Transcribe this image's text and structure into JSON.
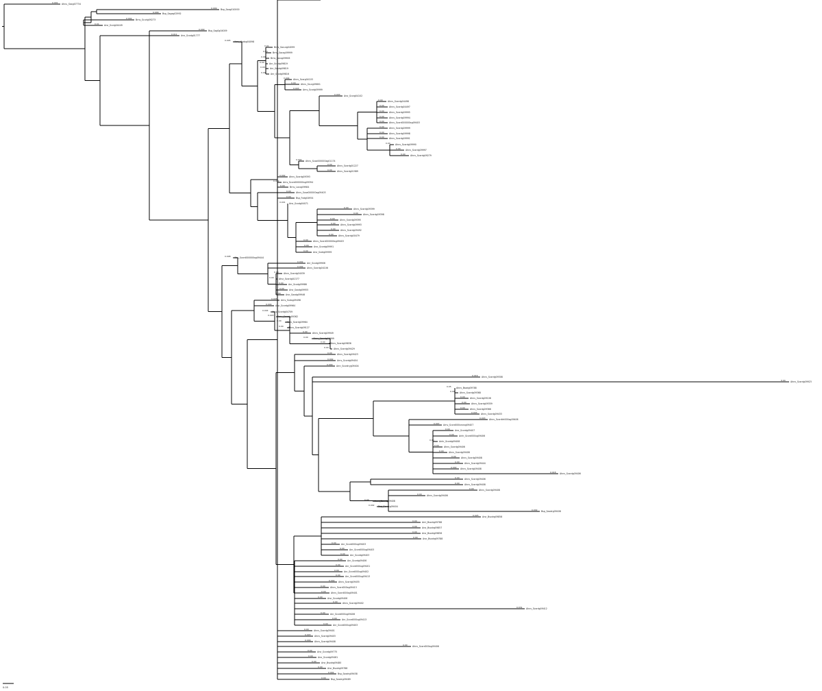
{
  "figure": {
    "type": "phylogenetic-tree",
    "background": "#ffffff",
    "branch_color": "#000000"
  },
  "scale_bar": {
    "label": "0.05"
  },
  "leaves": [
    {
      "id": "L1",
      "label": "Ahnu_Saxg07734",
      "bl": "0.001"
    },
    {
      "id": "L2",
      "label": "Bsp_Saxg010000",
      "bl": "0.009"
    },
    {
      "id": "L3",
      "label": "Bsp_Sagxg02992",
      "bl": "0.009"
    },
    {
      "id": "L4",
      "label": "Brnv_Scurig09273",
      "bl": "0.002"
    },
    {
      "id": "L5",
      "label": "Arsr_Scxlg04449",
      "bl": "0.01"
    },
    {
      "id": "L6",
      "label": "Bsp_Sxg0g04009",
      "bl": "0.009"
    },
    {
      "id": "L7",
      "label": "Arsr_Scxdg01777",
      "bl": "0.011"
    },
    {
      "id": "L8",
      "label": "Anry_Sxdxg04098",
      "bl": "0.005"
    },
    {
      "id": "L9",
      "label": "Brnv_Sacurg04099",
      "bl": "0.01"
    },
    {
      "id": "L10",
      "label": "Brnv_Sacxg09999",
      "bl": "0.00"
    },
    {
      "id": "L11",
      "label": "Brnv_Lxcxg09906",
      "bl": "0.00"
    },
    {
      "id": "L12",
      "label": "Anr_Scxdg09819",
      "bl": "0.00"
    },
    {
      "id": "L13",
      "label": "Anr_Scxdg09819",
      "bl": "0.00"
    },
    {
      "id": "L14",
      "label": "Anr_Scxdg09816",
      "bl": "0.00"
    },
    {
      "id": "L15",
      "label": "Ahnv_Scxrg04103",
      "bl": "0.004"
    },
    {
      "id": "L16",
      "label": "Ahnv_Scurg09801",
      "bl": "0.00"
    },
    {
      "id": "L17",
      "label": "Arnv_Scxdg09999",
      "bl": "0.003"
    },
    {
      "id": "L18",
      "label": "Arsr_Scxrg04102",
      "bl": "0.003"
    },
    {
      "id": "L19",
      "label": "Ahnv_Scxrdg04498",
      "bl": "0.00"
    },
    {
      "id": "L20",
      "label": "Ahnv_Scxrdg04497",
      "bl": "0.00"
    },
    {
      "id": "L21",
      "label": "Ahnv_Scxrdg09995",
      "bl": "0.00"
    },
    {
      "id": "L22",
      "label": "Ahnv_Scxrdg09994",
      "bl": "0.00"
    },
    {
      "id": "L23",
      "label": "Ahnv_Scxrd000000xg09403",
      "bl": "0.00"
    },
    {
      "id": "L24",
      "label": "Ahnv_Scxrdg09999",
      "bl": "0.00"
    },
    {
      "id": "L25",
      "label": "Ahnv_Scxrdg09998",
      "bl": "0.00"
    },
    {
      "id": "L26",
      "label": "Ahnv_Scxrdg09991",
      "bl": "0.00"
    },
    {
      "id": "L27",
      "label": "Ahnv_Scxrdg09990",
      "bl": "0.00"
    },
    {
      "id": "L28",
      "label": "Ahnv_Scxrdg09997",
      "bl": "0.00"
    },
    {
      "id": "L29",
      "label": "Ahnv_Scxrdg09279",
      "bl": "0.00"
    },
    {
      "id": "L30",
      "label": "Ahnv_Scxa000000xg01174",
      "bl": "0.002"
    },
    {
      "id": "L31",
      "label": "Ahnv_Scxrdg01227",
      "bl": "0.00"
    },
    {
      "id": "L32",
      "label": "Ahnv_Scxrdg01989",
      "bl": "0.00"
    },
    {
      "id": "L33",
      "label": "Ahnv_Scxrdg09393",
      "bl": "0.002"
    },
    {
      "id": "L34",
      "label": "Arnv_Scxrd000000xg09394",
      "bl": "0.002"
    },
    {
      "id": "L35",
      "label": "Brnv_Lxcxg09984",
      "bl": "0.00"
    },
    {
      "id": "L36",
      "label": "Ahnv_Scxa000000xg09403",
      "bl": "0.00"
    },
    {
      "id": "L37",
      "label": "Bsp_Fxdg04954",
      "bl": "0.00"
    },
    {
      "id": "L38",
      "label": "Arsr_Scxdg04071",
      "bl": "0.001"
    },
    {
      "id": "L39",
      "label": "Ahnv_Scxrdg09399",
      "bl": "0.00"
    },
    {
      "id": "L40",
      "label": "Ahnv_Scxrdg09398",
      "bl": "0.00"
    },
    {
      "id": "L41",
      "label": "Ahnv_Scxrdg09395",
      "bl": "0.00"
    },
    {
      "id": "L42",
      "label": "Ahnv_Scxrdg09993",
      "bl": "0.00"
    },
    {
      "id": "L43",
      "label": "Ahnv_Scxrdg09492",
      "bl": "0.00"
    },
    {
      "id": "L44",
      "label": "Ahnv_Scxrdg00479",
      "bl": "0.00"
    },
    {
      "id": "L45",
      "label": "Ahnv_Scxrd000000xg09403",
      "bl": "0.00"
    },
    {
      "id": "L46",
      "label": "Arsr_Scxrdg09991",
      "bl": "0.00"
    },
    {
      "id": "L47",
      "label": "Arsr_Sxdrg09995",
      "bl": "0.00"
    },
    {
      "id": "L48",
      "label": "Ahp_Scxrd000000xg09444",
      "bl": "0.008"
    },
    {
      "id": "L49",
      "label": "Anr_Scxdg09906",
      "bl": "0.002"
    },
    {
      "id": "L50",
      "label": "Ahnv_Scxrdg04106",
      "bl": "0.002"
    },
    {
      "id": "L51",
      "label": "Ahnv_Scxrdg04039",
      "bl": "0.00"
    },
    {
      "id": "L52",
      "label": "Ahsr_Scxrdg01377",
      "bl": "0.00"
    },
    {
      "id": "L53",
      "label": "Anr_Scxdg09986",
      "bl": "0.00"
    },
    {
      "id": "L54",
      "label": "Arsr_Saxdg09955",
      "bl": "0.00"
    },
    {
      "id": "L55",
      "label": "Arsr_Saxdg09946",
      "bl": "0.00"
    },
    {
      "id": "L56",
      "label": "Arnv_Sxdxg09498",
      "bl": "0.005"
    },
    {
      "id": "L57",
      "label": "Arsr_Scxrdg09964",
      "bl": "0.004"
    },
    {
      "id": "L58",
      "label": "Arnv_Scxrdg04709",
      "bl": "0.004"
    },
    {
      "id": "L59",
      "label": "Arnv_Scxrdg09362",
      "bl": "0.003"
    },
    {
      "id": "L60",
      "label": "Ahnv_Scxrdg09964",
      "bl": "0.00"
    },
    {
      "id": "L61",
      "label": "Ahnv_Scxrdg09127",
      "bl": "0.00"
    },
    {
      "id": "L62",
      "label": "Ahnv_Scxrdg09949",
      "bl": "0.00"
    },
    {
      "id": "L63",
      "label": "Ahnv_Scxrdg09999",
      "bl": "0.00"
    },
    {
      "id": "L64",
      "label": "Ahnv_Scxrdg09836",
      "bl": "0.00"
    },
    {
      "id": "L65",
      "label": "Ahnv_Scxrdg09429",
      "bl": "0.00"
    },
    {
      "id": "L66",
      "label": "Ahnv_Scxrdg09423",
      "bl": "0.00"
    },
    {
      "id": "L67",
      "label": "Arnv_Scxrdg09404",
      "bl": "0.002"
    },
    {
      "id": "L68",
      "label": "Arnr_Scxrdryg09404",
      "bl": "0.009"
    },
    {
      "id": "L69",
      "label": "Ahnv_Scxrdg09308",
      "bl": "0.016"
    },
    {
      "id": "L70",
      "label": "Ahnv_Scxrdg09923",
      "bl": "0.04"
    },
    {
      "id": "L71",
      "label": "Ahnv_Bsxdg09788",
      "bl": "0.05"
    },
    {
      "id": "L72",
      "label": "Ahnv_Scxrdg09368",
      "bl": "0.00"
    },
    {
      "id": "L73",
      "label": "Ahnv_Scxrdg09106",
      "bl": "0.00"
    },
    {
      "id": "L74",
      "label": "Ahnv_Scxrdg09359",
      "bl": "0.00"
    },
    {
      "id": "L75",
      "label": "Ahnv_Scxrdg09366",
      "bl": "0.00"
    },
    {
      "id": "L76",
      "label": "Ahnv_Scxrdg09433",
      "bl": "0.003"
    },
    {
      "id": "L77",
      "label": "Ahnv_Scxrdtrt000xg09406",
      "bl": "0.003"
    },
    {
      "id": "L78",
      "label": "Arnv_Scxrd000xrxrxg09407",
      "bl": "0.007"
    },
    {
      "id": "L79",
      "label": "Arsr_Scxrdg09407",
      "bl": "0.00"
    },
    {
      "id": "L80",
      "label": "Anhr_Scxrd000xg09406",
      "bl": "0.00"
    },
    {
      "id": "L81",
      "label": "Anhr_Scxrdg09408",
      "bl": "0.00"
    },
    {
      "id": "L82",
      "label": "Ahnv_Scxrdg09406",
      "bl": "0.00"
    },
    {
      "id": "L83",
      "label": "Ahnv_Scxrdg09408",
      "bl": "0.00"
    },
    {
      "id": "L84",
      "label": "Ahnv_Scxrdg09408",
      "bl": "0.00"
    },
    {
      "id": "L85",
      "label": "Ahnv_Scxrdg09444",
      "bl": "0.00"
    },
    {
      "id": "L86",
      "label": "Ahnv_Scxrdg09408",
      "bl": "0.002"
    },
    {
      "id": "L87",
      "label": "Ahnv_Scxrdg09406",
      "bl": "0.018"
    },
    {
      "id": "L88",
      "label": "Ahnv_Scxrdg09406",
      "bl": "0.00"
    },
    {
      "id": "L89",
      "label": "Ahnv_Scxrdg09408",
      "bl": "0.00"
    },
    {
      "id": "L90",
      "label": "Ahnv_Scxrdg09408",
      "bl": "0.00"
    },
    {
      "id": "L91",
      "label": "Ahnv_Scxrdg09406",
      "bl": "0.00"
    },
    {
      "id": "L92",
      "label": "Ahnv_Scxrdg09408",
      "bl": "0.00"
    },
    {
      "id": "L93",
      "label": "Bsp_Saxdrg09404",
      "bl": "0.002"
    },
    {
      "id": "L94",
      "label": "Bsp_Saxdrg09408",
      "bl": "0.002"
    },
    {
      "id": "L95",
      "label": "Arsr_Bsxdrg09858",
      "bl": "0.025"
    },
    {
      "id": "L96",
      "label": "Arnl_Bsxdrg09788",
      "bl": "0.00"
    },
    {
      "id": "L97",
      "label": "Arsr_Bsxdrg09857",
      "bl": "0.00"
    },
    {
      "id": "L98",
      "label": "Arsr_Bsxdrg09856",
      "bl": "0.00"
    },
    {
      "id": "L99",
      "label": "Arsr_Bsxdrg09788",
      "bl": "0.00"
    },
    {
      "id": "L100",
      "label": "Anr_Scxrd000xg09403",
      "bl": "0.00"
    },
    {
      "id": "L101",
      "label": "Anr_Scxrd000xg09403",
      "bl": "0.00"
    },
    {
      "id": "L102",
      "label": "Anr_Scxrdg09403",
      "bl": "0.00"
    },
    {
      "id": "L103",
      "label": "Anr_Scxrdg09406",
      "bl": "0.00"
    },
    {
      "id": "L104",
      "label": "Anr_Scxrd000xg09401",
      "bl": "0.00"
    },
    {
      "id": "L105",
      "label": "Anr_Scxrd000xg09402",
      "bl": "0.00"
    },
    {
      "id": "L106",
      "label": "Anr_Scxrd000xg09413",
      "bl": "0.00"
    },
    {
      "id": "L107",
      "label": "Ahnv_Scxrdg09455",
      "bl": "0.002"
    },
    {
      "id": "L108",
      "label": "Ahnv_Scxrd000xg09413",
      "bl": "0.00"
    },
    {
      "id": "L109",
      "label": "Ahnv_Scxrd000xg09401",
      "bl": "0.00"
    },
    {
      "id": "L110",
      "label": "Arsr_Scxrdg09406",
      "bl": "0.00"
    },
    {
      "id": "L111",
      "label": "Ahnv_Scxrdg09402",
      "bl": "0.00"
    },
    {
      "id": "L112",
      "label": "Ahnv_Scxrdg09412",
      "bl": "0.031"
    },
    {
      "id": "L113",
      "label": "Anr_Scxrd000xg09406",
      "bl": "0.00"
    },
    {
      "id": "L114",
      "label": "Anr_Scxrd000xg09413",
      "bl": "0.00"
    },
    {
      "id": "L115",
      "label": "Anr_Scxrd000xg09403",
      "bl": "0.00"
    },
    {
      "id": "L116",
      "label": "Ahnv_Scxrdg09401",
      "bl": "0.00"
    },
    {
      "id": "L117",
      "label": "Ahnv_Scxrdg09403",
      "bl": "0.003"
    },
    {
      "id": "L118",
      "label": "Ahnv_Scxrdg09408",
      "bl": "0.009"
    },
    {
      "id": "L119",
      "label": "Ahnv_Scxrd000xg09406",
      "bl": "0.00"
    },
    {
      "id": "L120",
      "label": "Arsr_Scxrdg09775",
      "bl": "0.00"
    },
    {
      "id": "L121",
      "label": "Arsr_Scxrdg09461",
      "bl": "0.00"
    },
    {
      "id": "L122",
      "label": "Arsr_Bsxdrg09480",
      "bl": "0.00"
    },
    {
      "id": "L123",
      "label": "Arsr_Bsxdrg09788",
      "bl": "0.00"
    },
    {
      "id": "L124",
      "label": "Bsp_Saxdrg09458",
      "bl": "0.002"
    },
    {
      "id": "L125",
      "label": "Bsp_Saxdrg09489",
      "bl": "0.00"
    },
    {
      "id": "L126",
      "label": "Bsp_Saxdrg09492",
      "bl": "0.00"
    },
    {
      "id": "L127",
      "label": "Ahnv_Scxrd000xg09493",
      "bl": "0.00"
    }
  ]
}
